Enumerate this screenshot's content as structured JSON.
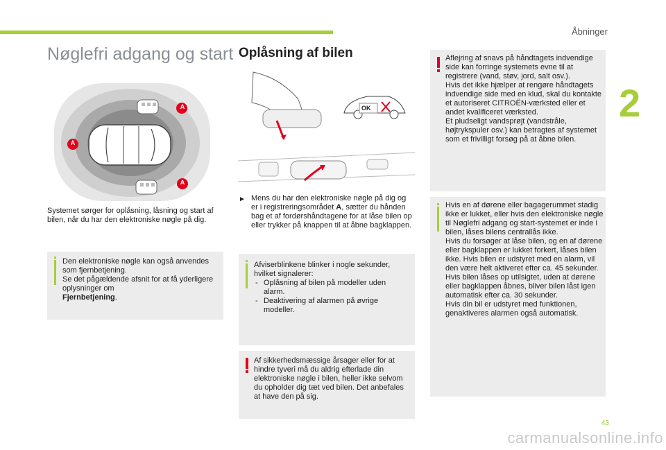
{
  "header": {
    "section": "Åbninger",
    "chapter": "2",
    "page": "43"
  },
  "watermark": "carmanualsonline.info",
  "left": {
    "title": "Nøglefri adgang og start",
    "figure_labels": [
      "A",
      "A",
      "A"
    ],
    "intro": "Systemet sørger for oplåsning, låsning og start af bilen, når du har den elektroniske nøgle på dig.",
    "info_box": {
      "line1": "Den elektroniske nøgle kan også anvendes som fjernbetjening.",
      "line2": "Se det pågældende afsnit for at få yderligere oplysninger om",
      "bold": "Fjernbetjening",
      "tail": "."
    }
  },
  "middle": {
    "heading": "Oplåsning af bilen",
    "ok_label": "OK",
    "instruction_pre": "Mens du har den elektroniske nøgle på dig og er i registreringsområdet ",
    "instruction_bold": "A",
    "instruction_post": ", sætter du hånden bag et af fordørshåndtagene for at låse bilen op eller trykker på knappen til at åbne bagklappen.",
    "info_box": {
      "intro": "Afviserblinkene blinker i nogle sekunder, hvilket signalerer:",
      "items": [
        "Oplåsning af bilen på modeller uden alarm.",
        "Deaktivering af alarmen på øvrige modeller."
      ]
    },
    "warn_box": "Af sikkerhedsmæssige årsager eller for at hindre tyveri må du aldrig efterlade din elektroniske nøgle i bilen, heller ikke selvom du opholder dig tæt ved bilen. Det anbefales at have den på sig."
  },
  "right": {
    "warn_box": [
      "Aflejring af snavs på håndtagets indvendige side kan forringe systemets evne til at registrere (vand, støv, jord, salt osv.).",
      "Hvis det ikke hjælper at rengøre håndtagets indvendige side med en klud, skal du kontakte et autoriseret CITROËN-værksted eller et andet kvalificeret værksted.",
      "Et pludseligt vandsprøjt (vandstråle, højtrykspuler osv.) kan betragtes af systemet som et frivilligt forsøg på at åbne bilen."
    ],
    "info_box": [
      "Hvis en af dørene eller bagagerummet stadig ikke er lukket, eller hvis den elektroniske nøgle til Nøglefri adgang og start-systemet er inde i bilen, låses bilens centrallås ikke.",
      "Hvis du forsøger at låse bilen, og en af dørene eller bagklappen er lukket forkert, låses bilen ikke. Hvis bilen er udstyret med en alarm, vil den være helt aktiveret efter ca. 45 sekunder.",
      "Hvis bilen låses op utilsigtet, uden at dørene eller bagklappen åbnes, bliver bilen låst igen automatisk efter ca. 30 sekunder.",
      "Hvis din bil er udstyret med funktionen, genaktiveres alarmen også automatisk."
    ]
  },
  "colors": {
    "accent": "#a6ce39",
    "warning": "#e2001a",
    "box": "#ececec",
    "label": "#e2001a"
  }
}
